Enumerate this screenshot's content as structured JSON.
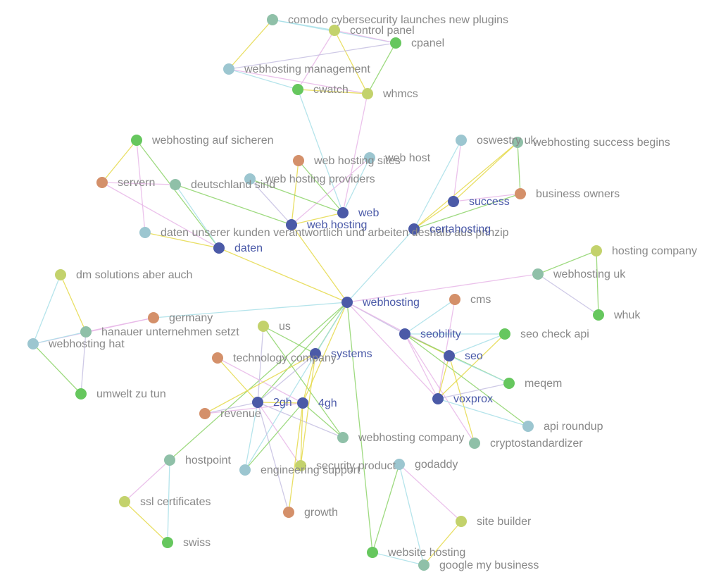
{
  "graph": {
    "colors": {
      "hub": "#4b5aa7",
      "green": "#66c75e",
      "lime": "#c3d26c",
      "orange": "#d4906a",
      "lightblue": "#9cc6d0",
      "teal": "#8fc0a8",
      "edge_blue": "#a8dfe8",
      "edge_yellow": "#e5d94a",
      "edge_pink": "#e8b7e8",
      "edge_green": "#8dd36a",
      "edge_lavender": "#c5c0e2"
    },
    "nodes": [
      {
        "id": "n1",
        "label": "comodo cybersecurity launches new plugins",
        "color": "teal"
      },
      {
        "id": "n2",
        "label": "control panel",
        "color": "lime"
      },
      {
        "id": "n3",
        "label": "cpanel",
        "color": "green"
      },
      {
        "id": "n4",
        "label": "webhosting management",
        "color": "lightblue"
      },
      {
        "id": "n5",
        "label": "cwatch",
        "color": "green"
      },
      {
        "id": "n6",
        "label": "whmcs",
        "color": "lime"
      },
      {
        "id": "n7",
        "label": "webhosting auf sicheren",
        "color": "green"
      },
      {
        "id": "n8",
        "label": "servern",
        "color": "orange"
      },
      {
        "id": "n9",
        "label": "deutschland sind",
        "color": "teal"
      },
      {
        "id": "n10",
        "label": "web hosting sites",
        "color": "orange"
      },
      {
        "id": "n11",
        "label": "web host",
        "color": "lightblue"
      },
      {
        "id": "n12",
        "label": "web hosting providers",
        "color": "lightblue"
      },
      {
        "id": "n13",
        "label": "web",
        "color": "hub"
      },
      {
        "id": "n14",
        "label": "web hosting",
        "color": "hub"
      },
      {
        "id": "n15",
        "label": "daten unserer kunden verantwortlich und arbeiten deshalb aus prinzip",
        "color": "lightblue"
      },
      {
        "id": "n16",
        "label": "daten",
        "color": "hub"
      },
      {
        "id": "n17",
        "label": "oswestry uk",
        "color": "lightblue"
      },
      {
        "id": "n18",
        "label": "webhosting success begins",
        "color": "teal"
      },
      {
        "id": "n19",
        "label": "business owners",
        "color": "orange"
      },
      {
        "id": "n20",
        "label": "success",
        "color": "hub"
      },
      {
        "id": "n21",
        "label": "certahosting",
        "color": "hub"
      },
      {
        "id": "n22",
        "label": "hosting company",
        "color": "lime"
      },
      {
        "id": "n23",
        "label": "webhosting uk",
        "color": "teal"
      },
      {
        "id": "n24",
        "label": "whuk",
        "color": "green"
      },
      {
        "id": "n25",
        "label": "dm solutions aber auch",
        "color": "lime"
      },
      {
        "id": "n26",
        "label": "germany",
        "color": "orange"
      },
      {
        "id": "n27",
        "label": "hanauer unternehmen setzt",
        "color": "teal"
      },
      {
        "id": "n28",
        "label": "webhosting hat",
        "color": "lightblue"
      },
      {
        "id": "n29",
        "label": "umwelt zu tun",
        "color": "green"
      },
      {
        "id": "n30",
        "label": "webhosting",
        "color": "hub"
      },
      {
        "id": "n31",
        "label": "cms",
        "color": "orange"
      },
      {
        "id": "n32",
        "label": "seobility",
        "color": "hub"
      },
      {
        "id": "n33",
        "label": "seo check api",
        "color": "green"
      },
      {
        "id": "n34",
        "label": "us",
        "color": "lime"
      },
      {
        "id": "n35",
        "label": "systems",
        "color": "hub"
      },
      {
        "id": "n36",
        "label": "technology company",
        "color": "orange"
      },
      {
        "id": "n37",
        "label": "seo",
        "color": "hub"
      },
      {
        "id": "n38",
        "label": "meqem",
        "color": "green"
      },
      {
        "id": "n39",
        "label": "2gh",
        "color": "hub"
      },
      {
        "id": "n40",
        "label": "4gh",
        "color": "hub"
      },
      {
        "id": "n41",
        "label": "revenue",
        "color": "orange"
      },
      {
        "id": "n42",
        "label": "voxprox",
        "color": "hub"
      },
      {
        "id": "n43",
        "label": "api roundup",
        "color": "lightblue"
      },
      {
        "id": "n44",
        "label": "webhosting company",
        "color": "teal"
      },
      {
        "id": "n45",
        "label": "cryptostandardizer",
        "color": "teal"
      },
      {
        "id": "n46",
        "label": "hostpoint",
        "color": "teal"
      },
      {
        "id": "n47",
        "label": "security product",
        "color": "lime"
      },
      {
        "id": "n48",
        "label": "engineering support",
        "color": "lightblue"
      },
      {
        "id": "n49",
        "label": "godaddy",
        "color": "lightblue"
      },
      {
        "id": "n50",
        "label": "ssl certificates",
        "color": "lime"
      },
      {
        "id": "n51",
        "label": "growth",
        "color": "orange"
      },
      {
        "id": "n52",
        "label": "site builder",
        "color": "lime"
      },
      {
        "id": "n53",
        "label": "swiss",
        "color": "green"
      },
      {
        "id": "n54",
        "label": "website hosting",
        "color": "green"
      },
      {
        "id": "n55",
        "label": "google my business",
        "color": "teal"
      }
    ],
    "edges": [
      {
        "from": "n1",
        "to": "n2",
        "color": "edge_blue"
      },
      {
        "from": "n1",
        "to": "n3",
        "color": "edge_blue"
      },
      {
        "from": "n1",
        "to": "n4",
        "color": "edge_yellow"
      },
      {
        "from": "n2",
        "to": "n3",
        "color": "edge_pink"
      },
      {
        "from": "n2",
        "to": "n5",
        "color": "edge_pink"
      },
      {
        "from": "n2",
        "to": "n6",
        "color": "edge_yellow"
      },
      {
        "from": "n3",
        "to": "n6",
        "color": "edge_green"
      },
      {
        "from": "n3",
        "to": "n4",
        "color": "edge_lavender"
      },
      {
        "from": "n4",
        "to": "n5",
        "color": "edge_blue"
      },
      {
        "from": "n4",
        "to": "n6",
        "color": "edge_pink"
      },
      {
        "from": "n5",
        "to": "n6",
        "color": "edge_yellow"
      },
      {
        "from": "n5",
        "to": "n13",
        "color": "edge_blue"
      },
      {
        "from": "n6",
        "to": "n13",
        "color": "edge_pink"
      },
      {
        "from": "n7",
        "to": "n8",
        "color": "edge_yellow"
      },
      {
        "from": "n7",
        "to": "n15",
        "color": "edge_pink"
      },
      {
        "from": "n7",
        "to": "n16",
        "color": "edge_green"
      },
      {
        "from": "n8",
        "to": "n9",
        "color": "edge_pink"
      },
      {
        "from": "n8",
        "to": "n16",
        "color": "edge_pink"
      },
      {
        "from": "n9",
        "to": "n16",
        "color": "edge_blue"
      },
      {
        "from": "n9",
        "to": "n14",
        "color": "edge_green"
      },
      {
        "from": "n10",
        "to": "n13",
        "color": "edge_green"
      },
      {
        "from": "n10",
        "to": "n14",
        "color": "edge_yellow"
      },
      {
        "from": "n11",
        "to": "n14",
        "color": "edge_pink"
      },
      {
        "from": "n11",
        "to": "n13",
        "color": "edge_blue"
      },
      {
        "from": "n12",
        "to": "n14",
        "color": "edge_lavender"
      },
      {
        "from": "n12",
        "to": "n13",
        "color": "edge_green"
      },
      {
        "from": "n13",
        "to": "n14",
        "color": "edge_yellow"
      },
      {
        "from": "n14",
        "to": "n30",
        "color": "edge_yellow"
      },
      {
        "from": "n15",
        "to": "n16",
        "color": "edge_yellow"
      },
      {
        "from": "n16",
        "to": "n30",
        "color": "edge_yellow"
      },
      {
        "from": "n17",
        "to": "n20",
        "color": "edge_pink"
      },
      {
        "from": "n17",
        "to": "n21",
        "color": "edge_blue"
      },
      {
        "from": "n18",
        "to": "n19",
        "color": "edge_green"
      },
      {
        "from": "n18",
        "to": "n20",
        "color": "edge_yellow"
      },
      {
        "from": "n18",
        "to": "n21",
        "color": "edge_yellow"
      },
      {
        "from": "n19",
        "to": "n20",
        "color": "edge_pink"
      },
      {
        "from": "n19",
        "to": "n21",
        "color": "edge_green"
      },
      {
        "from": "n20",
        "to": "n21",
        "color": "edge_yellow"
      },
      {
        "from": "n21",
        "to": "n30",
        "color": "edge_blue"
      },
      {
        "from": "n22",
        "to": "n23",
        "color": "edge_green"
      },
      {
        "from": "n23",
        "to": "n24",
        "color": "edge_lavender"
      },
      {
        "from": "n22",
        "to": "n24",
        "color": "edge_green"
      },
      {
        "from": "n23",
        "to": "n30",
        "color": "edge_pink"
      },
      {
        "from": "n25",
        "to": "n27",
        "color": "edge_yellow"
      },
      {
        "from": "n25",
        "to": "n28",
        "color": "edge_blue"
      },
      {
        "from": "n26",
        "to": "n28",
        "color": "edge_pink"
      },
      {
        "from": "n26",
        "to": "n27",
        "color": "edge_pink"
      },
      {
        "from": "n27",
        "to": "n29",
        "color": "edge_lavender"
      },
      {
        "from": "n28",
        "to": "n29",
        "color": "edge_green"
      },
      {
        "from": "n27",
        "to": "n28",
        "color": "edge_blue"
      },
      {
        "from": "n26",
        "to": "n30",
        "color": "edge_blue"
      },
      {
        "from": "n30",
        "to": "n32",
        "color": "edge_lavender"
      },
      {
        "from": "n30",
        "to": "n35",
        "color": "edge_green"
      },
      {
        "from": "n30",
        "to": "n39",
        "color": "edge_green"
      },
      {
        "from": "n30",
        "to": "n40",
        "color": "edge_yellow"
      },
      {
        "from": "n30",
        "to": "n42",
        "color": "edge_pink"
      },
      {
        "from": "n30",
        "to": "n37",
        "color": "edge_pink"
      },
      {
        "from": "n30",
        "to": "n54",
        "color": "edge_green"
      },
      {
        "from": "n30",
        "to": "n46",
        "color": "edge_green"
      },
      {
        "from": "n30",
        "to": "n48",
        "color": "edge_blue"
      },
      {
        "from": "n31",
        "to": "n32",
        "color": "edge_blue"
      },
      {
        "from": "n31",
        "to": "n42",
        "color": "edge_pink"
      },
      {
        "from": "n32",
        "to": "n33",
        "color": "edge_blue"
      },
      {
        "from": "n32",
        "to": "n37",
        "color": "edge_yellow"
      },
      {
        "from": "n32",
        "to": "n38",
        "color": "edge_green"
      },
      {
        "from": "n32",
        "to": "n42",
        "color": "edge_pink"
      },
      {
        "from": "n32",
        "to": "n43",
        "color": "edge_green"
      },
      {
        "from": "n32",
        "to": "n45",
        "color": "edge_pink"
      },
      {
        "from": "n33",
        "to": "n37",
        "color": "edge_blue"
      },
      {
        "from": "n33",
        "to": "n42",
        "color": "edge_yellow"
      },
      {
        "from": "n37",
        "to": "n42",
        "color": "edge_yellow"
      },
      {
        "from": "n37",
        "to": "n38",
        "color": "edge_blue"
      },
      {
        "from": "n37",
        "to": "n45",
        "color": "edge_yellow"
      },
      {
        "from": "n42",
        "to": "n43",
        "color": "edge_blue"
      },
      {
        "from": "n42",
        "to": "n38",
        "color": "edge_lavender"
      },
      {
        "from": "n34",
        "to": "n35",
        "color": "edge_green"
      },
      {
        "from": "n34",
        "to": "n39",
        "color": "edge_lavender"
      },
      {
        "from": "n34",
        "to": "n44",
        "color": "edge_green"
      },
      {
        "from": "n36",
        "to": "n39",
        "color": "edge_yellow"
      },
      {
        "from": "n36",
        "to": "n40",
        "color": "edge_pink"
      },
      {
        "from": "n35",
        "to": "n39",
        "color": "edge_lavender"
      },
      {
        "from": "n35",
        "to": "n40",
        "color": "edge_yellow"
      },
      {
        "from": "n35",
        "to": "n41",
        "color": "edge_yellow"
      },
      {
        "from": "n35",
        "to": "n47",
        "color": "edge_yellow"
      },
      {
        "from": "n39",
        "to": "n40",
        "color": "edge_yellow"
      },
      {
        "from": "n39",
        "to": "n41",
        "color": "edge_lavender"
      },
      {
        "from": "n39",
        "to": "n44",
        "color": "edge_lavender"
      },
      {
        "from": "n39",
        "to": "n47",
        "color": "edge_pink"
      },
      {
        "from": "n39",
        "to": "n51",
        "color": "edge_lavender"
      },
      {
        "from": "n39",
        "to": "n48",
        "color": "edge_blue"
      },
      {
        "from": "n40",
        "to": "n41",
        "color": "edge_pink"
      },
      {
        "from": "n40",
        "to": "n44",
        "color": "edge_green"
      },
      {
        "from": "n40",
        "to": "n47",
        "color": "edge_yellow"
      },
      {
        "from": "n40",
        "to": "n48",
        "color": "edge_green"
      },
      {
        "from": "n40",
        "to": "n51",
        "color": "edge_yellow"
      },
      {
        "from": "n46",
        "to": "n50",
        "color": "edge_pink"
      },
      {
        "from": "n46",
        "to": "n53",
        "color": "edge_blue"
      },
      {
        "from": "n50",
        "to": "n53",
        "color": "edge_yellow"
      },
      {
        "from": "n49",
        "to": "n52",
        "color": "edge_pink"
      },
      {
        "from": "n49",
        "to": "n54",
        "color": "edge_green"
      },
      {
        "from": "n49",
        "to": "n55",
        "color": "edge_blue"
      },
      {
        "from": "n52",
        "to": "n55",
        "color": "edge_yellow"
      },
      {
        "from": "n54",
        "to": "n55",
        "color": "edge_blue"
      }
    ]
  }
}
